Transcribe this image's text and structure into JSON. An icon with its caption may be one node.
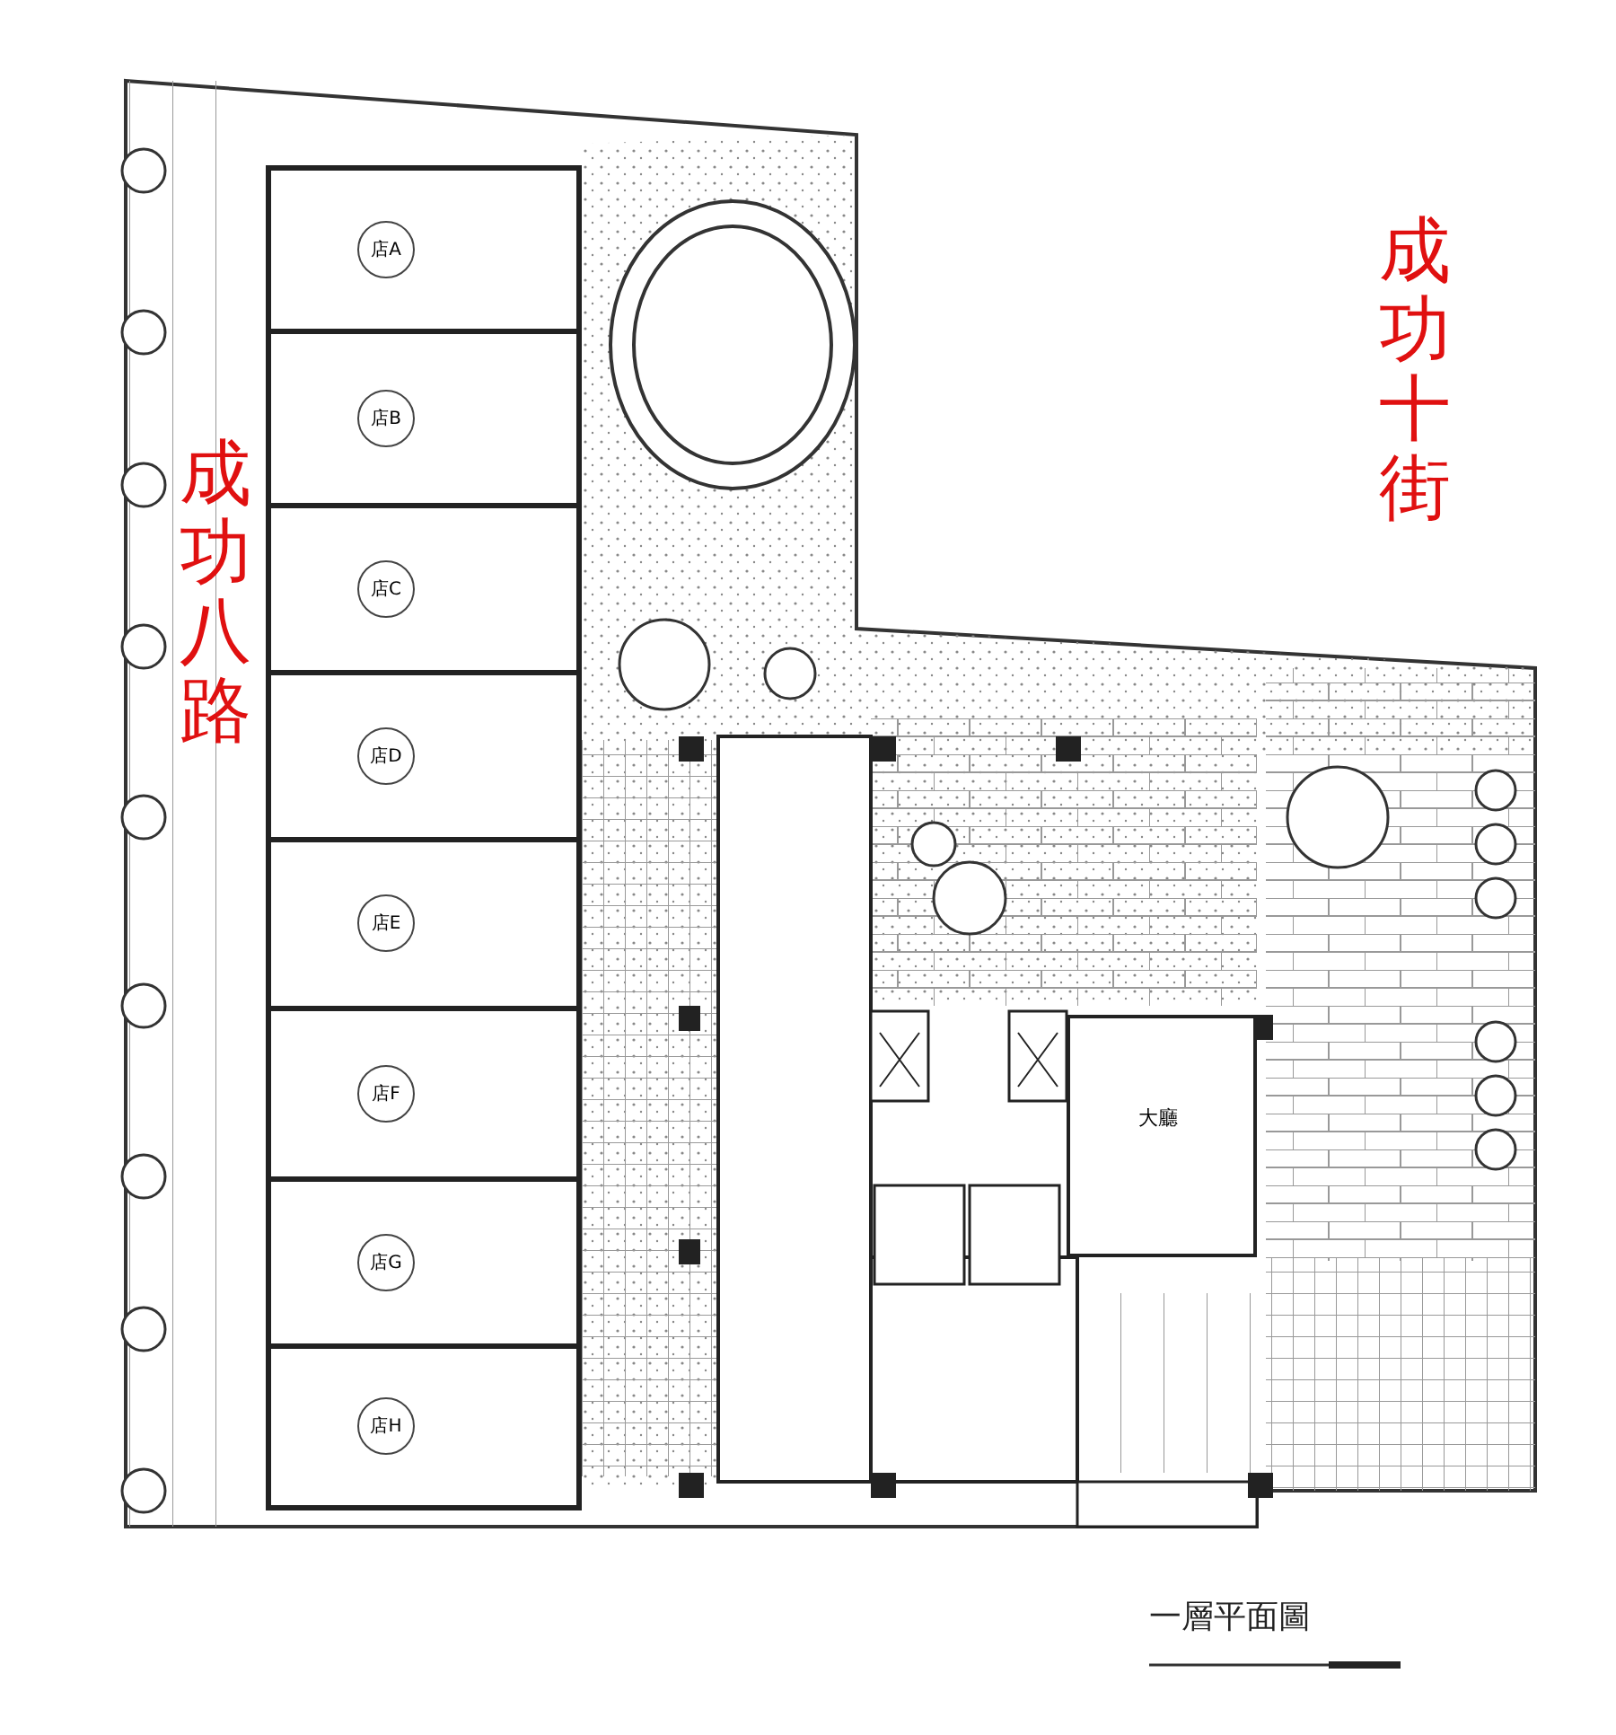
{
  "diagram": {
    "title": "一層平面圖",
    "nodes": [
      {
        "text": [
          "店A"
        ]
      },
      {
        "text": [
          "店B"
        ]
      },
      {
        "text": [
          "店C"
        ]
      },
      {
        "text": [
          "店D"
        ]
      },
      {
        "text": [
          "店E"
        ]
      },
      {
        "text": [
          "店F"
        ]
      },
      {
        "text": [
          "店G"
        ]
      },
      {
        "text": [
          "店H"
        ]
      },
      {
        "text": [
          "大廳"
        ]
      }
    ],
    "edges": [],
    "labels": [
      "成功十街",
      "成功八路"
    ]
  }
}
